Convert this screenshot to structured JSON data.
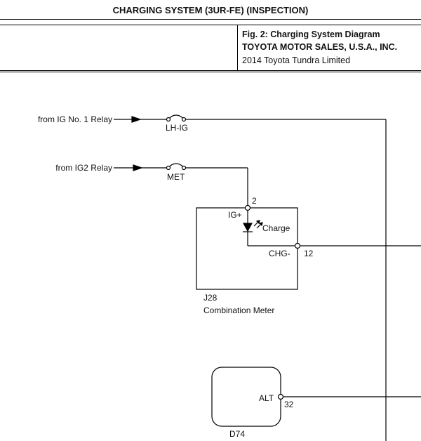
{
  "header": {
    "title": "CHARGING SYSTEM (3UR-FE) (INSPECTION)"
  },
  "figure": {
    "caption": "Fig. 2: Charging System Diagram",
    "publisher": "TOYOTA MOTOR SALES, U.S.A., INC.",
    "vehicle": "2014 Toyota Tundra Limited"
  },
  "diagram": {
    "source_ig1": "from IG No. 1 Relay",
    "source_ig2": "from IG2 Relay",
    "fuse_lhig": "LH-IG",
    "fuse_met": "MET",
    "pin_2": "2",
    "term_igplus": "IG+",
    "led_label": "Charge",
    "term_chg": "CHG-",
    "pin_12": "12",
    "meter_id": "J28",
    "meter_name": "Combination Meter",
    "term_alt": "ALT",
    "pin_32": "32",
    "alt_id": "D74"
  }
}
